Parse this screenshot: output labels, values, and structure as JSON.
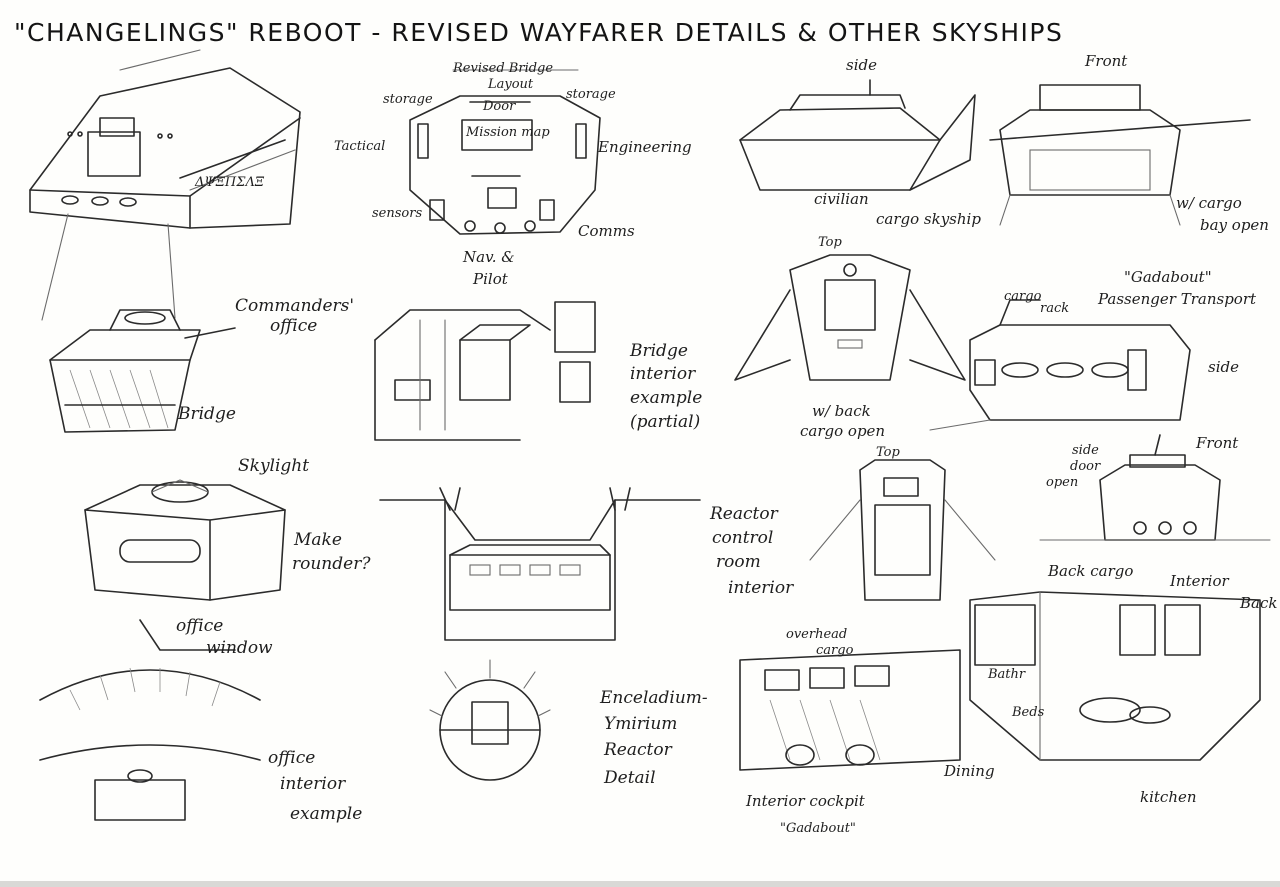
{
  "title": "\"CHANGELINGS\" REBOOT - REVISED WAYFARER DETAILS & OTHER SKYSHIPS",
  "labels": {
    "hull_text": "ΔΨΞΠΣΛΞ",
    "revised_bridge": "Revised Bridge",
    "layout": "Layout",
    "storage_left": "storage",
    "door": "Door",
    "storage_right": "storage",
    "tactical": "Tactical",
    "mission_map": "Mission map",
    "engineering": "Engineering",
    "sensors": "sensors",
    "comms": "Comms",
    "nav_pilot_1": "Nav. &",
    "nav_pilot_2": "Pilot",
    "commanders_1": "Commanders'",
    "commanders_2": "office",
    "bridge": "Bridge",
    "bridge_interior_1": "Bridge",
    "bridge_interior_2": "interior",
    "bridge_interior_3": "example",
    "bridge_interior_4": "(partial)",
    "skylight": "Skylight",
    "make_rounder_1": "Make",
    "make_rounder_2": "rounder?",
    "reactor_control_1": "Reactor",
    "reactor_control_2": "control",
    "reactor_control_3": "room",
    "reactor_control_4": "interior",
    "office_window_1": "office",
    "office_window_2": "window",
    "office_interior_1": "office",
    "office_interior_2": "interior",
    "office_interior_3": "example",
    "reactor_detail_1": "Enceladium-",
    "reactor_detail_2": "Ymirium",
    "reactor_detail_3": "Reactor",
    "reactor_detail_4": "Detail",
    "side": "side",
    "front": "Front",
    "civilian_1": "civilian",
    "civilian_2": "cargo skyship",
    "cargo_bay_1": "w/ cargo",
    "cargo_bay_2": "bay open",
    "top_1": "Top",
    "gadabout_1": "\"Gadabout\"",
    "gadabout_2": "Passenger Transport",
    "cargo_rack_1": "cargo",
    "cargo_rack_2": "rack",
    "side_2": "side",
    "back_cargo_1": "w/ back",
    "back_cargo_2": "cargo open",
    "top_2": "Top",
    "side_door_1": "side",
    "side_door_2": "door",
    "side_door_3": "open",
    "front_2": "Front",
    "back_cargo_label": "Back cargo",
    "interior_back_1": "Interior",
    "interior_back_2": "Back",
    "overhead_1": "overhead",
    "overhead_2": "cargo",
    "bathr": "Bathr",
    "beds": "Beds",
    "dining": "Dining",
    "kitchen": "kitchen",
    "cockpit_1": "Interior cockpit",
    "cockpit_2": "\"Gadabout\""
  }
}
